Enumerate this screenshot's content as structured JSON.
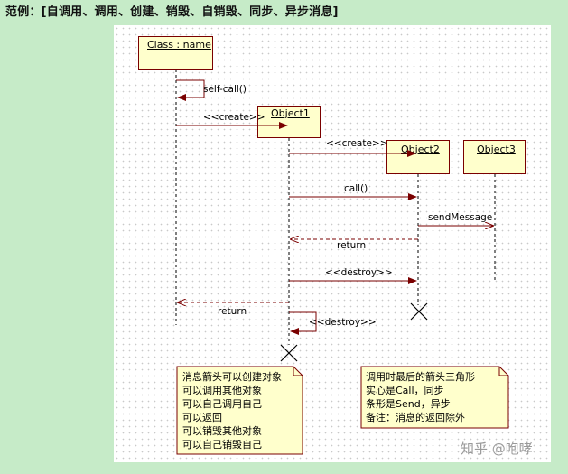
{
  "page": {
    "title": "范例：[自调用、调用、创建、销毁、自销毁、同步、异步消息]"
  },
  "objects": [
    {
      "id": "class",
      "label": "Class : name"
    },
    {
      "id": "obj1",
      "label": "Object1"
    },
    {
      "id": "obj2",
      "label": "Object2"
    },
    {
      "id": "obj3",
      "label": "Object3"
    }
  ],
  "messages": {
    "self_call": "self-call()",
    "create1": "<<create>>",
    "create2": "<<create>>",
    "call": "call()",
    "send_message": "sendMessage",
    "return1": "return",
    "destroy": "<<destroy>>",
    "return2": "return",
    "self_destroy": "<<destroy>>"
  },
  "notes": {
    "left": [
      "消息箭头可以创建对象",
      "可以调用其他对象",
      "可以自己调用自己",
      "可以返回",
      "可以销毁其他对象",
      "可以自己销毁自己"
    ],
    "right": [
      "调用时最后的箭头三角形",
      "实心是Call，同步",
      "条形是Send，异步",
      "备注：消息的返回除外"
    ]
  },
  "watermark": "知乎 @咆哮",
  "colors": {
    "page_bg": "#c6ebc8",
    "box_fill": "#ffffcc",
    "line": "#7a0000"
  }
}
